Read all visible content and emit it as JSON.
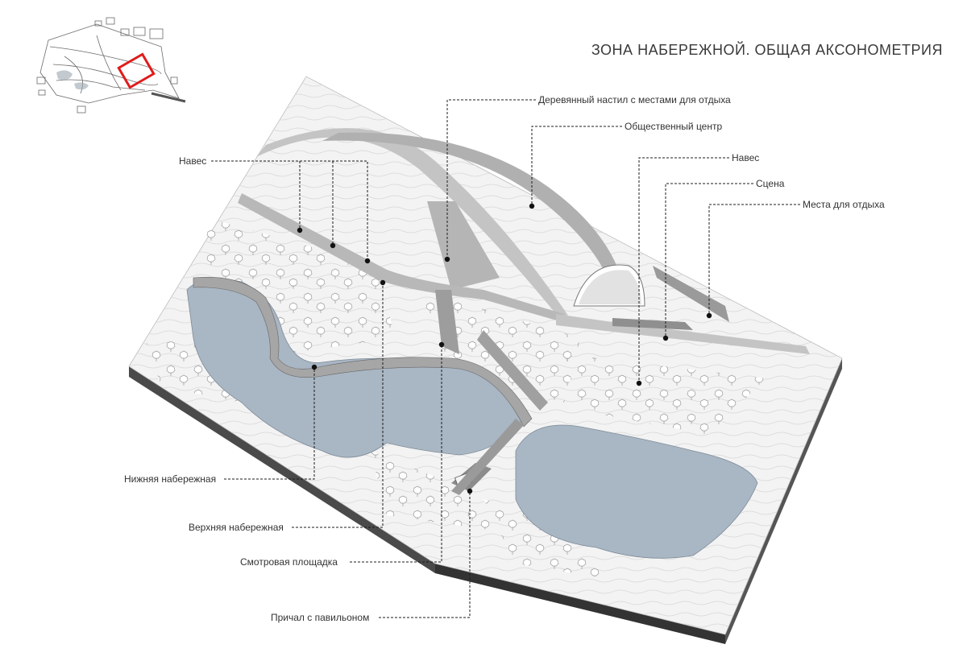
{
  "title": "ЗОНА НАБЕРЕЖНОЙ. ОБЩАЯ АКСОНОМЕТРИЯ",
  "colors": {
    "water": "#a9b6c4",
    "path": "#b5b5b5",
    "ground": "#f2f2f2",
    "side": "#3c3c3c",
    "highlight": "#e01b1b",
    "leader": "#1c1c1c"
  },
  "labels": {
    "deck": "Деревянный настил с местами для отдыха",
    "center": "Общественный центр",
    "canopy_right": "Навес",
    "stage": "Сцена",
    "seating": "Места для отдыха",
    "canopy_left": "Навес",
    "lower_embankment": "Нижняя набережная",
    "upper_embankment": "Верхняя набережная",
    "viewpoint": "Смотровая площадка",
    "pier": "Причал с павильоном"
  }
}
